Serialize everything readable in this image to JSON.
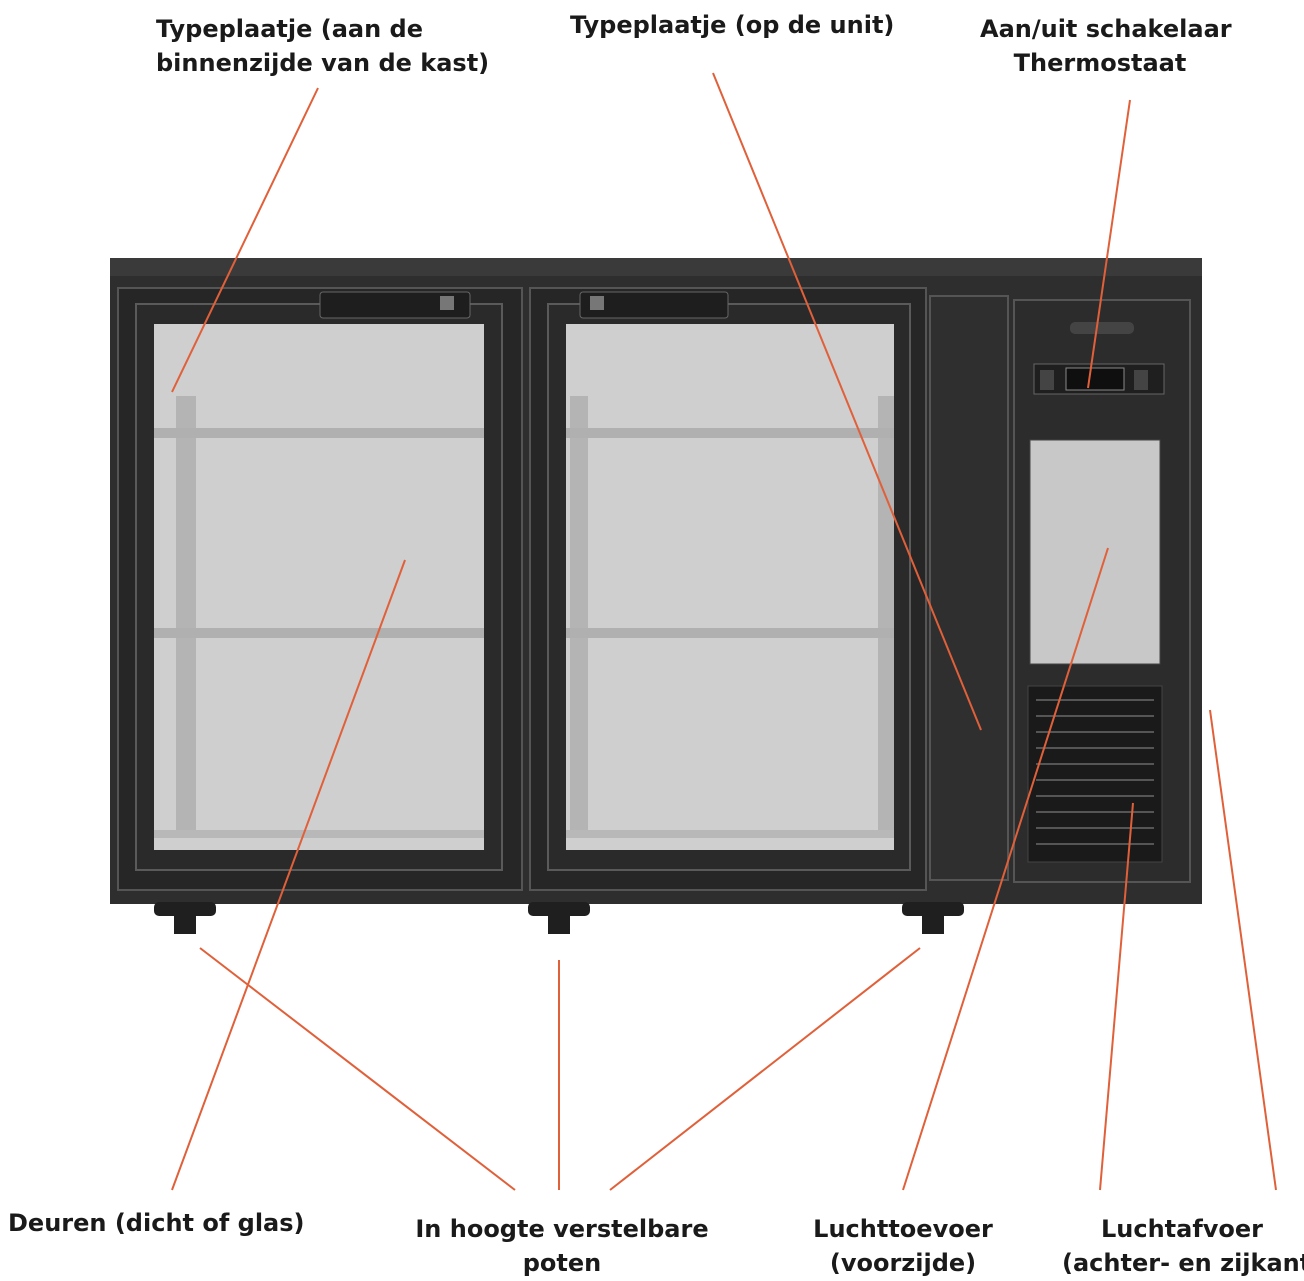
{
  "labels": {
    "typeplaatje_kast": {
      "line1": "Typeplaatje (aan de",
      "line2": "binnenzijde van de kast)"
    },
    "typeplaatje_unit": {
      "line1": "Typeplaatje (op de unit)"
    },
    "schakelaar": {
      "line1": "Aan/uit schakelaar",
      "line2": "Thermostaat"
    },
    "deuren": {
      "line1": "Deuren (dicht of glas)"
    },
    "poten": {
      "line1": "In hoogte verstelbare",
      "line2": "poten"
    },
    "luchttoevoer": {
      "line1": "Luchttoevoer",
      "line2": "(voorzijde)"
    },
    "luchtafvoer": {
      "line1": "Luchtafvoer",
      "line2": "(achter- en zijkant)"
    }
  },
  "colors": {
    "leader_line": "#e0603a",
    "cabinet": "#2b2b2b",
    "glass": "#cfcfcf",
    "text": "#1a1a1a"
  }
}
